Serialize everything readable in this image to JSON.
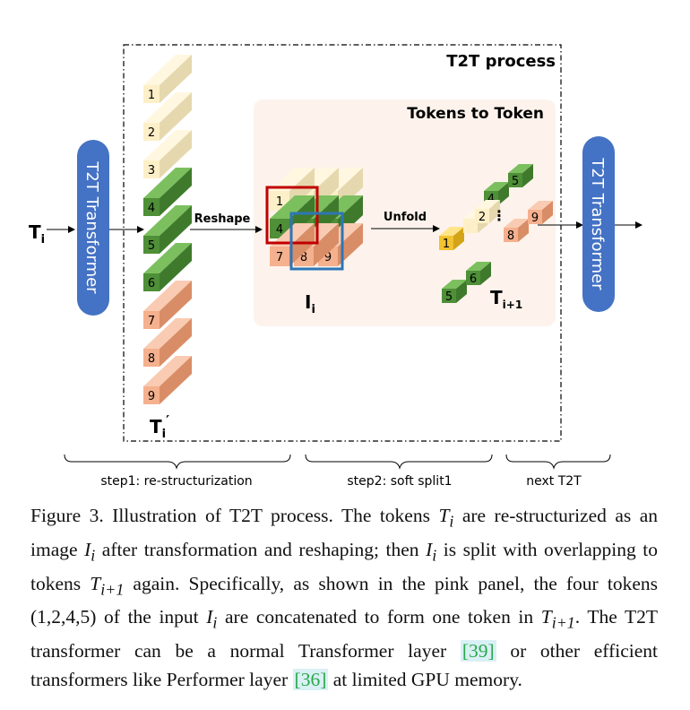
{
  "diagram": {
    "process_title": "T2T process",
    "panel_title": "Tokens to Token",
    "input_label_base": "T",
    "input_label_sub": "i",
    "transformer_label": "T2T Transformer",
    "reshape_label": "Reshape",
    "unfold_label": "Unfold",
    "ti_prime_base": "T",
    "ti_prime_sub": "i",
    "ti_prime_mark": "′",
    "image_label_base": "I",
    "image_label_sub": "i",
    "output_label_base": "T",
    "output_label_sub": "i+1",
    "token_numbers": [
      "1",
      "2",
      "3",
      "4",
      "5",
      "6",
      "7",
      "8",
      "9"
    ],
    "ellipsis": "⋮",
    "step1": "step1: re-structurization",
    "step2": "step2: soft split1",
    "step3": "next T2T",
    "colors": {
      "yellow": "#fbe7a8",
      "green": "#6aa84f",
      "orange": "#f4a883",
      "transformer_blue": "#4472c4",
      "red_box": "#c00000",
      "blue_box": "#2e75b6",
      "panel_pink": "#fdf3ec"
    }
  },
  "caption": {
    "prefix": "Figure 3. Illustration of T2T process.  The tokens ",
    "t1": "T",
    "t1_sub": "i",
    "p2": " are re-structurized as an image ",
    "t2": "I",
    "t2_sub": "i",
    "p3": " after transformation and reshaping; then ",
    "t3": "I",
    "t3_sub": "i",
    "p4": " is split with overlapping to tokens ",
    "t4": "T",
    "t4_sub": "i+1",
    "p5": " again. Specifically, as shown in the pink panel, the four tokens (1,2,4,5) of the input ",
    "t5": "I",
    "t5_sub": "i",
    "p6": " are concatenated to form one token in ",
    "t6": "T",
    "t6_sub": "i+1",
    "p7": ".  The T2T transformer can be a normal Transformer layer ",
    "cite1": "[39]",
    "p8": " or other efficient transformers like Performer layer ",
    "cite2": "[36]",
    "p9": " at limited GPU memory."
  }
}
